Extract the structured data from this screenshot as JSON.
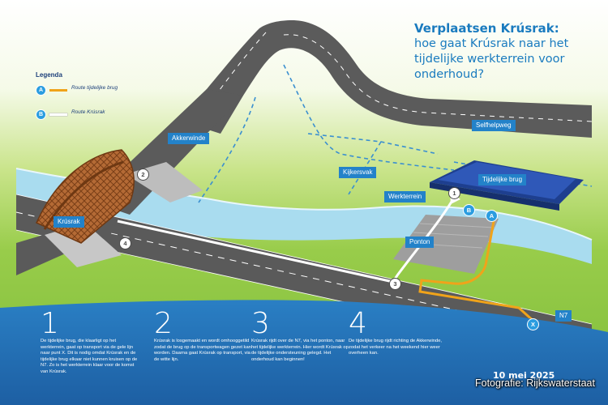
{
  "title": {
    "line1": "Verplaatsen Krúsrak:",
    "line2": "hoe gaat Krúsrak naar het",
    "line3": "tijdelijke werkterrein voor",
    "line4": "onderhoud?"
  },
  "legend": {
    "header": "Legenda",
    "items": [
      {
        "marker": "A",
        "label": "Route tijdelijke brug",
        "color": "#f0a31a"
      },
      {
        "marker": "B",
        "label": "Route Krúsrak",
        "color": "#ffffff"
      }
    ]
  },
  "labels": {
    "akkerwinde": "Akkerwinde",
    "selfhelpweg": "Selfhelpweg",
    "kijkersvak": "Kijkersvak",
    "werkterrein": "Werkterrein",
    "tijdelijke_brug": "Tijdelijke brug",
    "ponton": "Ponton",
    "krusrak": "Krúsrak",
    "n7": "N7"
  },
  "markers": {
    "m1": "1",
    "m2": "2",
    "m3": "3",
    "m4": "4",
    "a": "A",
    "b": "B",
    "x": "X"
  },
  "steps": [
    {
      "num": "1",
      "text": "De tijdelijke brug, die klaarligt op het werkterrein, gaat op transport via de gele lijn naar punt X. Dit is nodig omdat Krúsrak en de tijdelijke brug elkaar niet kunnen kruisen op de N7. Zo is het werkterrein klaar voor de komst van Krúsrak."
    },
    {
      "num": "2",
      "text": "Krúsrak is losgemaakt en wordt omhooggetild zodat de brug op de transportwagen gezet kan worden. Daarna gaat Krúsrak op transport, via de witte lijn."
    },
    {
      "num": "3",
      "text": "Krúsrak rijdt over de N7, via het ponton, naar het tijdelijke werkterrein. Hier wordt Krúsrak op de tijdelijke ondersteuning gelegd. Het onderhoud kan beginnen!"
    },
    {
      "num": "4",
      "text": "De tijdelijke brug rijdt richting de Akkerwinde, zodat het verkeer na het weekend hier weer overheen kan."
    }
  ],
  "date": "10 mei 2025",
  "credit": "Fotografie: Rijkswaterstaat",
  "colors": {
    "title": "#1a7bbf",
    "marker": "#2b9de0",
    "route_a": "#f0a31a",
    "route_b": "#ffffff",
    "road": "#5a5a5a",
    "grass": "#8cc63f",
    "water": "#a8dcf0",
    "bridge": "#b0622e"
  }
}
